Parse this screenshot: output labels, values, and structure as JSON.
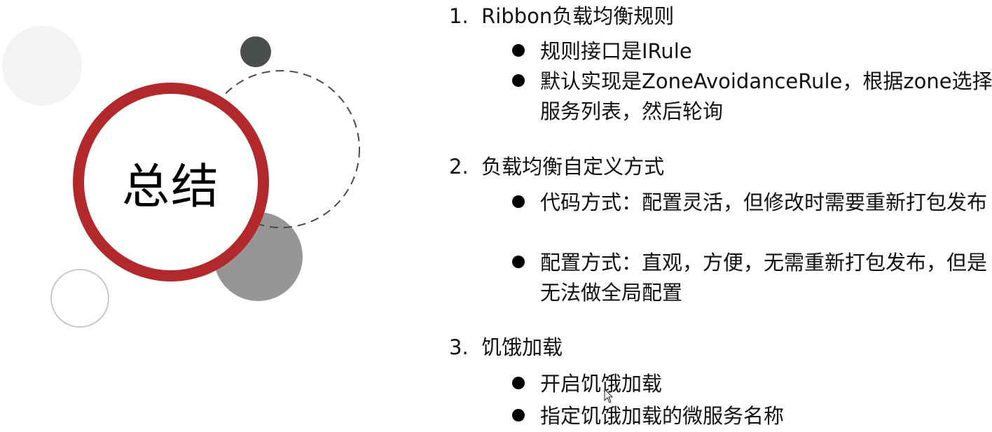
{
  "slide": {
    "title": "总结",
    "colors": {
      "accent_red": "#b3292b",
      "dark_circle": "#4a4f4e",
      "grey_circle": "#969696",
      "light_circle": "#f3f3f3",
      "outline_circle": "#c8c8c8"
    }
  },
  "sections": [
    {
      "number": "1.",
      "heading": "Ribbon负载均衡规则",
      "bullets": [
        "规则接口是IRule",
        "默认实现是ZoneAvoidanceRule，根据zone选择服务列表，然后轮询"
      ]
    },
    {
      "number": "2.",
      "heading": "负载均衡自定义方式",
      "bullets": [
        "代码方式：配置灵活，但修改时需要重新打包发布",
        "配置方式：直观，方便，无需重新打包发布，但是无法做全局配置"
      ]
    },
    {
      "number": "3.",
      "heading": "饥饿加载",
      "bullets": [
        "开启饥饿加载",
        "指定饥饿加载的微服务名称"
      ]
    }
  ]
}
